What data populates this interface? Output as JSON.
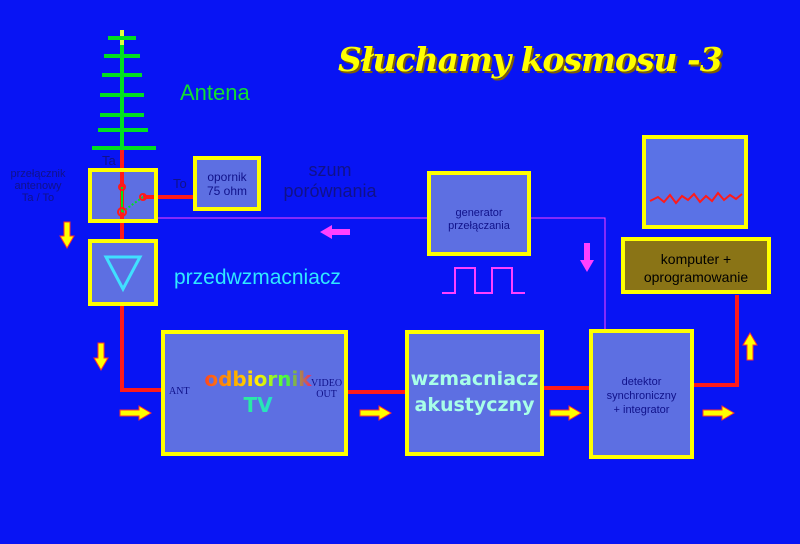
{
  "title": "Słuchamy kosmosu -3",
  "labels": {
    "antenna": "Antena",
    "switch_label": [
      "przełącznik",
      "antenowy",
      "Ta / To"
    ],
    "ta": "Ta",
    "to": "To",
    "resistor": [
      "opornik",
      "75 ohm"
    ],
    "reference_noise": [
      "szum",
      "porównania"
    ],
    "generator": [
      "generator",
      "przełączania"
    ],
    "preamp": "przedwzmacniacz",
    "receiver": [
      "odbiornik",
      "TV"
    ],
    "ant": "ANT",
    "video_out": [
      "VIDEO",
      "OUT"
    ],
    "audio_amp": [
      "wzmacniacz",
      "akustyczny"
    ],
    "detector": [
      "detektor",
      "synchroniczny",
      "+ integrator"
    ],
    "computer": [
      "komputer  +",
      "oprogramowanie"
    ]
  },
  "colors": {
    "background": "#0814f4",
    "box": "#5d6fe2",
    "border": "#ffff00",
    "signal": "#ff1a1a",
    "control": "#ff40ff"
  }
}
